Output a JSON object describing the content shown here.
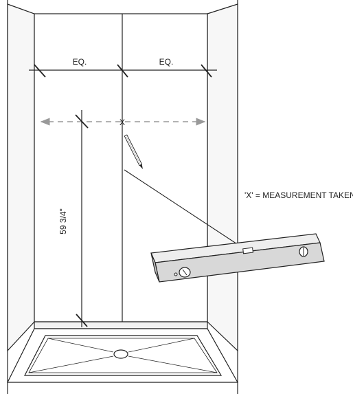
{
  "labels": {
    "eq_left": "EQ.",
    "eq_right": "EQ.",
    "height_measure": "59 3/4\"",
    "x_mark": "X",
    "note": "'X' = MEASUREMENT TAKEN"
  },
  "colors": {
    "line": "#222222",
    "wall_fill": "#f7f7f7",
    "dashed": "#999999",
    "level_fill": "#d8d8d8"
  },
  "icons": [
    "spirit-level-icon",
    "pencil-icon"
  ]
}
